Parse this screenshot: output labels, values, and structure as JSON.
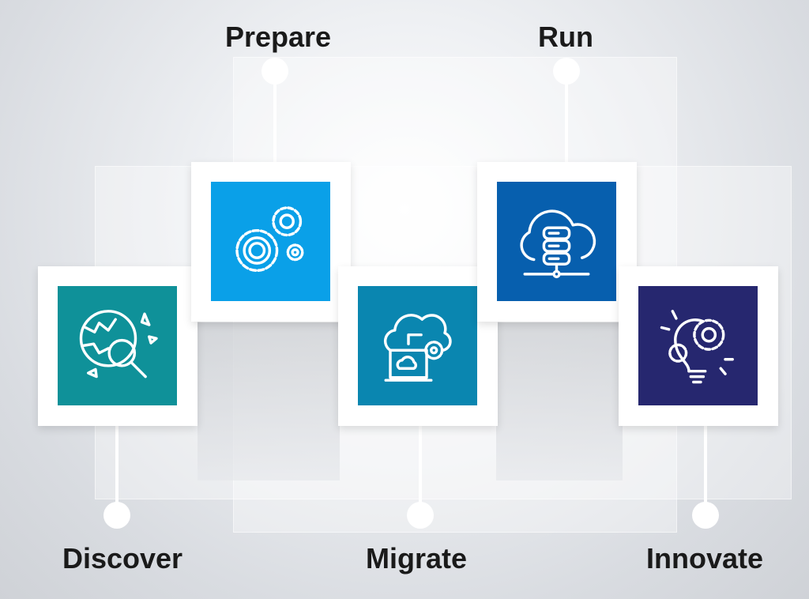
{
  "steps": [
    {
      "label": "Discover",
      "icon": "globe-search-icon",
      "color": "#0f9199"
    },
    {
      "label": "Prepare",
      "icon": "gears-icon",
      "color": "#0aa0e8"
    },
    {
      "label": "Migrate",
      "icon": "cloud-laptop-icon",
      "color": "#0a86b0"
    },
    {
      "label": "Run",
      "icon": "cloud-server-icon",
      "color": "#075fae"
    },
    {
      "label": "Innovate",
      "icon": "lightbulb-gear-icon",
      "color": "#26276f"
    }
  ]
}
